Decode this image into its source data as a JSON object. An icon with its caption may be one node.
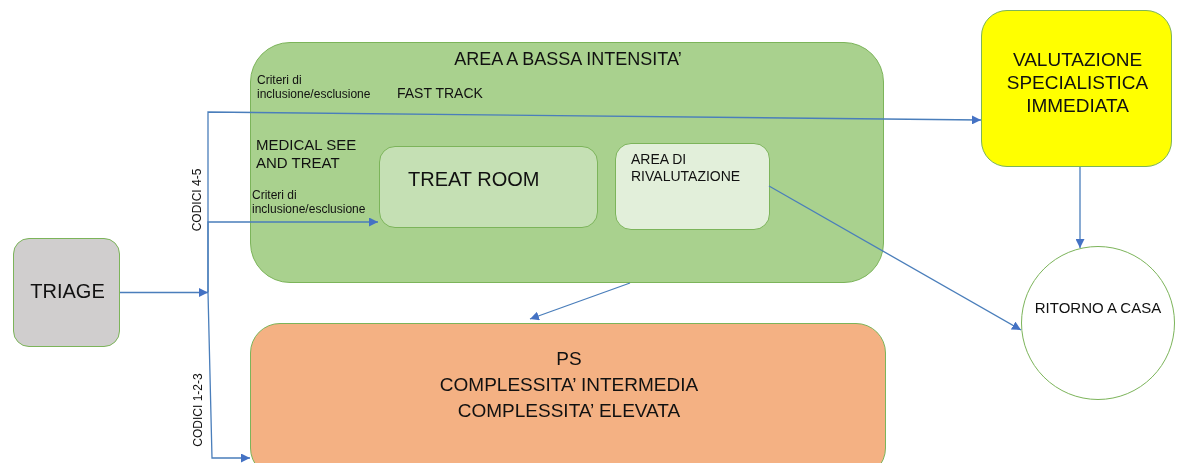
{
  "diagram": {
    "nodes": [
      {
        "text": [
          "TRIAGE"
        ]
      },
      {
        "text": [
          "AREA A BASSA INTENSITA’",
          "Criteri di inclusione/esclusione",
          "FAST TRACK",
          "MEDICAL SEE AND TREAT",
          "Criteri di inclusione/esclusione"
        ]
      },
      {
        "text": [
          "TREAT ROOM"
        ],
        "in": 1
      },
      {
        "text": [
          "AREA DI RIVALUTAZIONE"
        ],
        "in": 1
      },
      {
        "text": [
          "VALUTAZIONE SPECIALISTICA IMMEDIATA"
        ]
      },
      {
        "text": [
          "RITORNO A CASA"
        ]
      },
      {
        "text": [
          "PS",
          "COMPLESSITA’ INTERMEDIA",
          "COMPLESSITA’ ELEVATA"
        ]
      }
    ],
    "edges": [
      {
        "from": 0,
        "to": 4,
        "arrow": "to",
        "label": "CODICI 4-5"
      },
      {
        "from": 0,
        "to": 2,
        "arrow": "to"
      },
      {
        "from": 0,
        "to": 6,
        "arrow": "to",
        "label": "CODICI 1-2-3"
      },
      {
        "from": 1,
        "to": 6,
        "arrow": "to"
      },
      {
        "from": 3,
        "to": 5,
        "arrow": "to"
      },
      {
        "from": 4,
        "to": 5,
        "arrow": "to"
      }
    ]
  }
}
